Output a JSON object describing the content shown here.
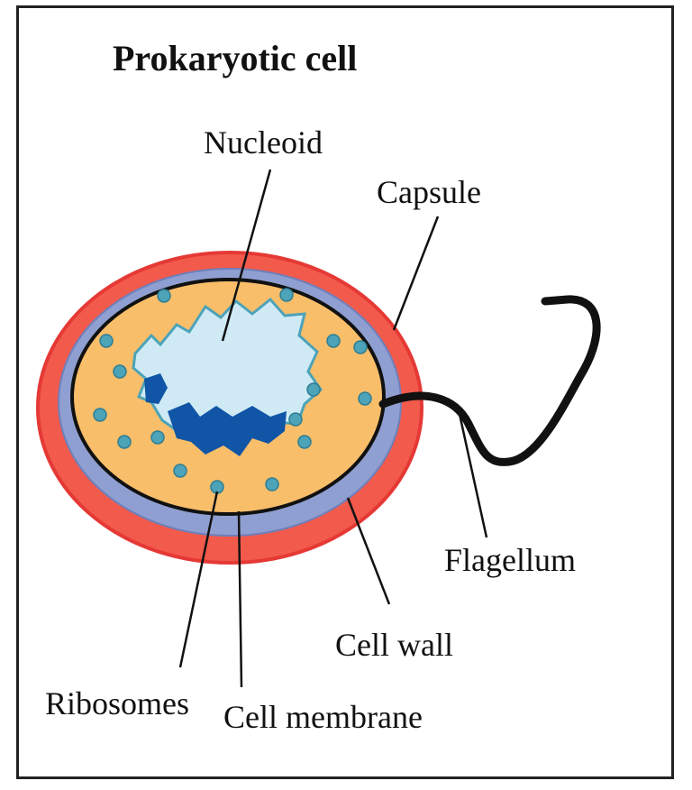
{
  "title": "Prokaryotic cell",
  "labels": {
    "nucleoid": "Nucleoid",
    "capsule": "Capsule",
    "flagellum": "Flagellum",
    "cell_wall": "Cell wall",
    "ribosomes": "Ribosomes",
    "cell_membrane": "Cell membrane"
  },
  "colors": {
    "capsule": "#e53935",
    "cell_wall": "#8f9fd1",
    "cytoplasm": "#f8be6a",
    "nucleoid": "#cfeaf5",
    "dna_dark": "#1055a6",
    "ribosome": "#4da3b8",
    "outline": "#111111"
  }
}
